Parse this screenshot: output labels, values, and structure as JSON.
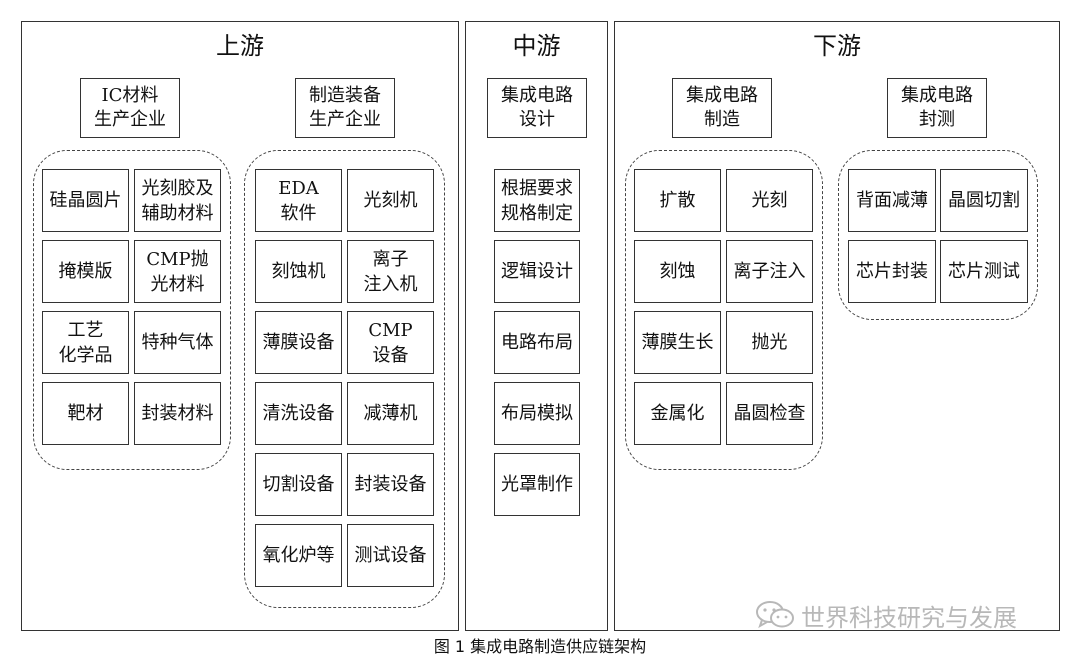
{
  "upstream": {
    "title": "上游",
    "materials": {
      "header": "IC材料\n生产企业",
      "items": [
        "硅晶圆片",
        "光刻胶及\n辅助材料",
        "掩模版",
        "CMP抛\n光材料",
        "工艺\n化学品",
        "特种气体",
        "靶材",
        "封装材料"
      ]
    },
    "equipment": {
      "header": "制造装备\n生产企业",
      "items": [
        "EDA\n软件",
        "光刻机",
        "刻蚀机",
        "离子\n注入机",
        "薄膜设备",
        "CMP\n设备",
        "清洗设备",
        "减薄机",
        "切割设备",
        "封装设备",
        "氧化炉等",
        "测试设备"
      ]
    }
  },
  "midstream": {
    "title": "中游",
    "design": {
      "header": "集成电路\n设计",
      "items": [
        "根据要求\n规格制定",
        "逻辑设计",
        "电路布局",
        "布局模拟",
        "光罩制作"
      ]
    }
  },
  "downstream": {
    "title": "下游",
    "manufacturing": {
      "header": "集成电路\n制造",
      "items": [
        "扩散",
        "光刻",
        "刻蚀",
        "离子注入",
        "薄膜生长",
        "抛光",
        "金属化",
        "晶圆检查"
      ]
    },
    "packaging": {
      "header": "集成电路\n封测",
      "items": [
        "背面减薄",
        "晶圆切割",
        "芯片封装",
        "芯片测试"
      ]
    }
  },
  "watermark": {
    "text": "世界科技研究与发展",
    "icon": "wechat-icon"
  },
  "caption": "图 1  集成电路制造供应链架构"
}
